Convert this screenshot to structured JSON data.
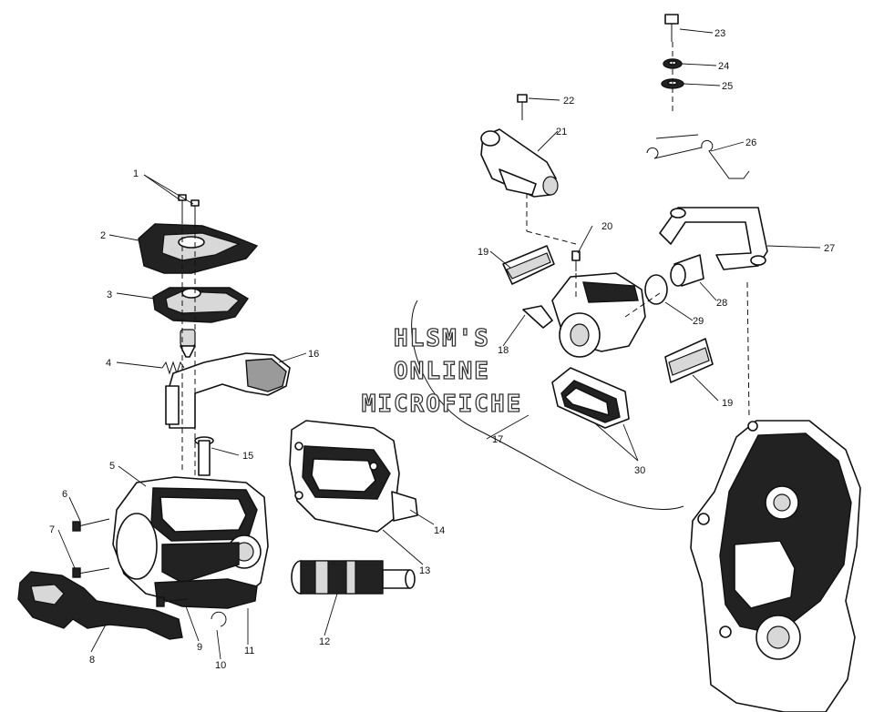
{
  "diagram": {
    "callouts": [
      {
        "id": "1",
        "label": "1"
      },
      {
        "id": "2",
        "label": "2"
      },
      {
        "id": "3",
        "label": "3"
      },
      {
        "id": "4",
        "label": "4"
      },
      {
        "id": "5",
        "label": "5"
      },
      {
        "id": "6",
        "label": "6"
      },
      {
        "id": "7",
        "label": "7"
      },
      {
        "id": "8",
        "label": "8"
      },
      {
        "id": "9",
        "label": "9"
      },
      {
        "id": "10",
        "label": "10"
      },
      {
        "id": "11",
        "label": "11"
      },
      {
        "id": "12",
        "label": "12"
      },
      {
        "id": "13",
        "label": "13"
      },
      {
        "id": "14",
        "label": "14"
      },
      {
        "id": "15",
        "label": "15"
      },
      {
        "id": "16",
        "label": "16"
      },
      {
        "id": "17",
        "label": "17"
      },
      {
        "id": "18",
        "label": "18"
      },
      {
        "id": "19a",
        "label": "19"
      },
      {
        "id": "19b",
        "label": "19"
      },
      {
        "id": "20",
        "label": "20"
      },
      {
        "id": "21",
        "label": "21"
      },
      {
        "id": "22",
        "label": "22"
      },
      {
        "id": "23",
        "label": "23"
      },
      {
        "id": "24",
        "label": "24"
      },
      {
        "id": "25",
        "label": "25"
      },
      {
        "id": "26",
        "label": "26"
      },
      {
        "id": "27",
        "label": "27"
      },
      {
        "id": "28",
        "label": "28"
      },
      {
        "id": "29",
        "label": "29"
      },
      {
        "id": "30",
        "label": "30"
      }
    ]
  },
  "watermark": {
    "line1": "HLSM'S",
    "line2": "ONLINE",
    "line3": "MICROFICHE"
  }
}
